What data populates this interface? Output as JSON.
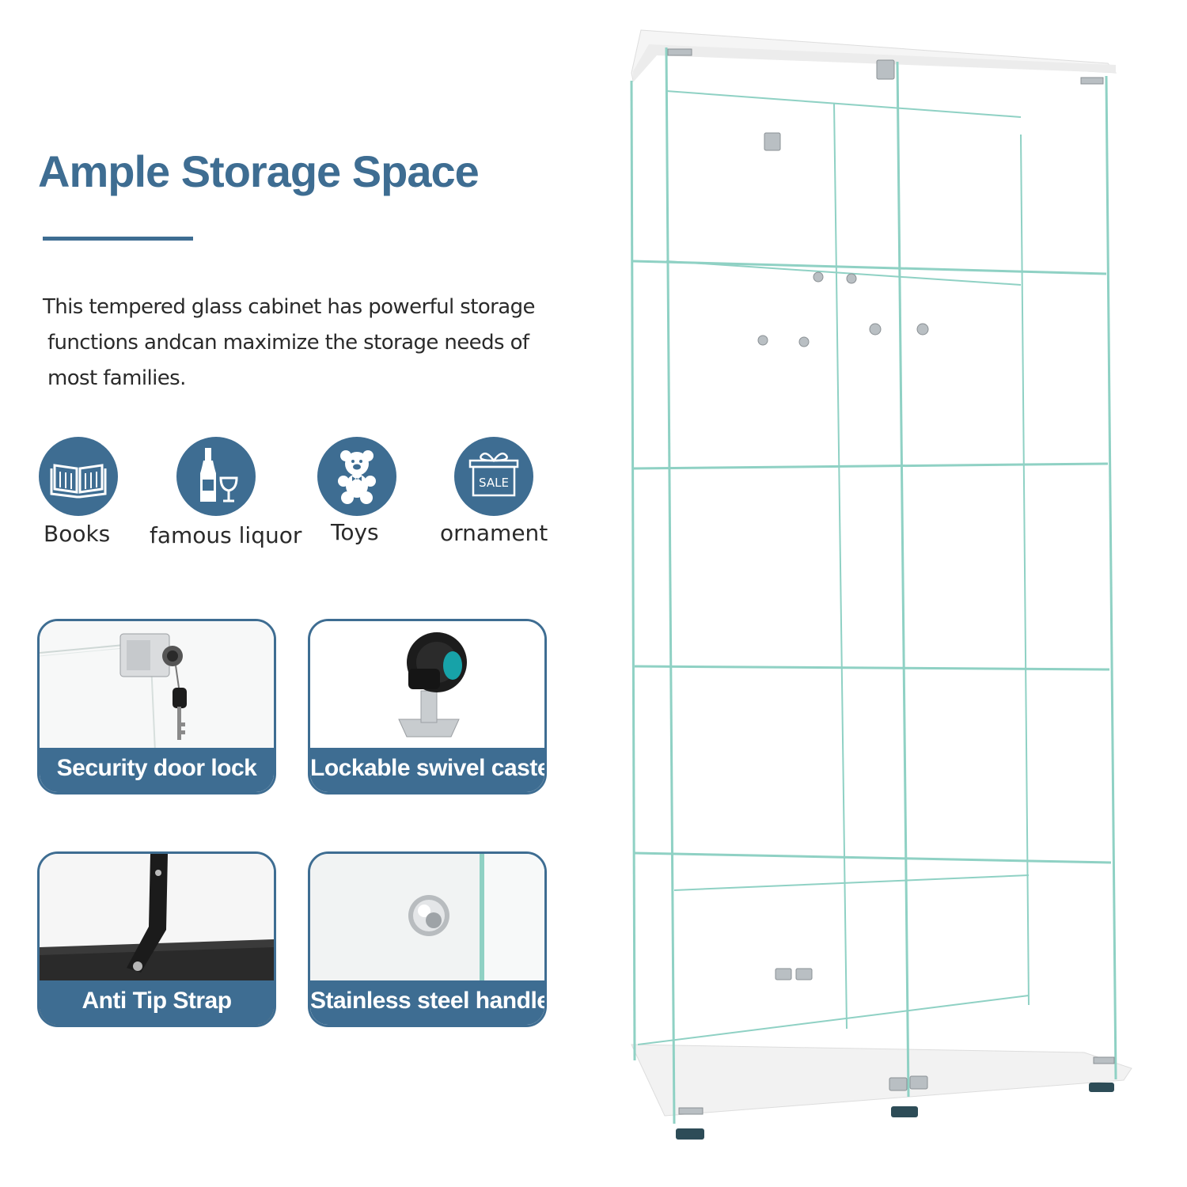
{
  "heading": "Ample Storage Space",
  "description": [
    "This tempered glass cabinet has powerful storage",
    "functions andcan  maximize the storage needs of",
    "most families."
  ],
  "categories": [
    {
      "label": "Books",
      "icon": "book-icon"
    },
    {
      "label": "famous liquor",
      "icon": "liquor-icon"
    },
    {
      "label": "Toys",
      "icon": "teddy-bear-icon"
    },
    {
      "label": "ornament",
      "icon": "gift-box-icon",
      "badge": "SALE"
    }
  ],
  "features": [
    {
      "label": "Security door lock"
    },
    {
      "label": "Lockable swivel casters"
    },
    {
      "label": "Anti Tip Strap"
    },
    {
      "label": "Stainless steel handle"
    }
  ],
  "colors": {
    "accent": "#3e6d92",
    "glass_edge": "#8fd1c4",
    "cabinet_white": "#f4f4f4"
  }
}
